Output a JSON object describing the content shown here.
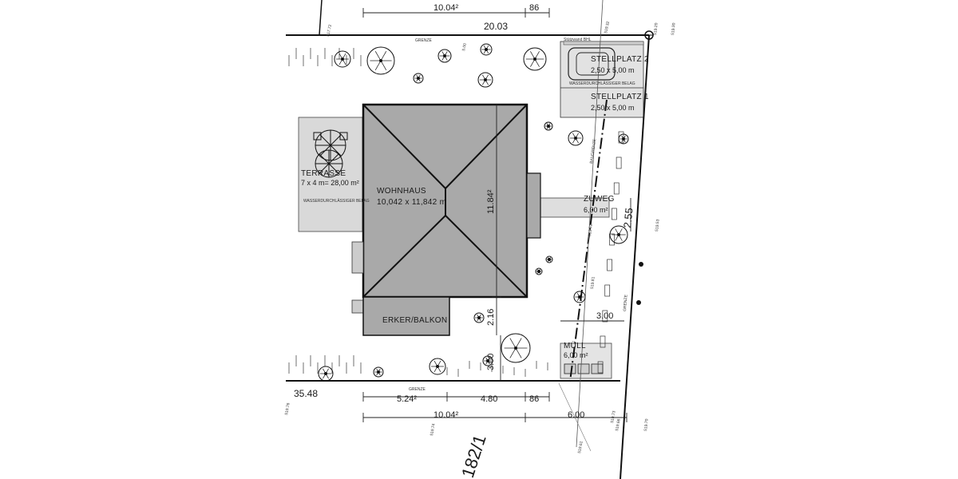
{
  "colors": {
    "roof": "#a9a9a9",
    "paved": "#d9d9d9",
    "outline": "#111111",
    "text": "#1a1a1a"
  },
  "plan": {
    "house": {
      "name": "WOHNHAUS",
      "size": "10,042 x 11,842 m",
      "height_dim": "11.84²"
    },
    "erker": {
      "name": "ERKER/BALKON"
    },
    "terrace": {
      "name": "TERRASSE",
      "size": "7 x 4 m= 28,00 m²",
      "surface": "WASSERDURCHLÄSSIGER BELAG"
    },
    "parking_2": {
      "name": "STELLPLATZ 2",
      "size": "2,50 x 5,00 m",
      "surface": "WASSERDURCHLÄSSIGER BELAG"
    },
    "parking_1": {
      "name": "STELLPLATZ 1",
      "size": "2,50 x 5,00 m"
    },
    "path": {
      "name": "ZUWEG",
      "size": "6,00 m²"
    },
    "waste": {
      "name": "MÜLL",
      "size": "6,00 m²"
    },
    "retaining_wall": "Stützwand BHL",
    "parcel_number": "182/1",
    "boundary_label": "GRENZE",
    "building_line_label": "BAUGRENZE"
  },
  "dimensions": {
    "top_row_a": "10.04²",
    "top_row_b": "86",
    "top_total": "20.03",
    "bottom_left_total": "35.48",
    "bottom_a": "5.24²",
    "bottom_b": "4.80",
    "bottom_c": "86",
    "bottom_d": "10.04²",
    "bottom_e": "6.00",
    "right_300": "3.00",
    "right_255": "2.55",
    "vert_300": "3.00",
    "vert_216": "2.16"
  },
  "survey_points": [
    "517.72",
    "5.00",
    "519.32",
    "519.20",
    "519.30",
    "519.53",
    "519.52",
    "519.81",
    "519.76",
    "519.74",
    "519.61",
    "519.66",
    "519.70",
    "519.73"
  ]
}
